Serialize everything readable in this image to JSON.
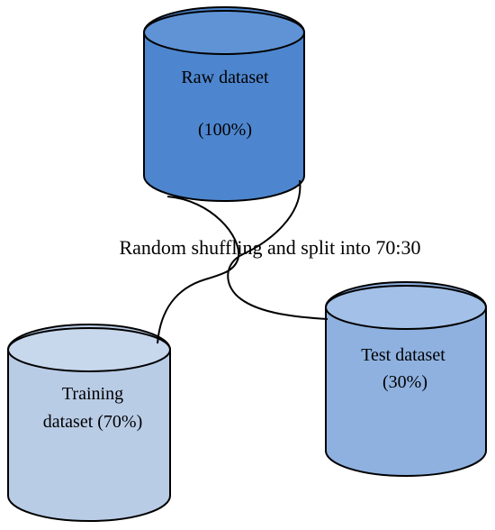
{
  "diagram": {
    "raw": {
      "line1": "Raw dataset",
      "line2": "(100%)"
    },
    "split_label": "Random shuffling and split into 70:30",
    "training": {
      "line1": "Training",
      "line2": "dataset (70%)"
    },
    "test": {
      "line1": "Test dataset",
      "line2": "(30%)"
    }
  },
  "colors": {
    "raw_fill": "#4d86cf",
    "raw_top": "#5f93d6",
    "training_fill": "#b9cce6",
    "training_top": "#c7d7ec",
    "test_fill": "#8eb1e0",
    "test_top": "#a2c0e8",
    "stroke": "#000000"
  }
}
